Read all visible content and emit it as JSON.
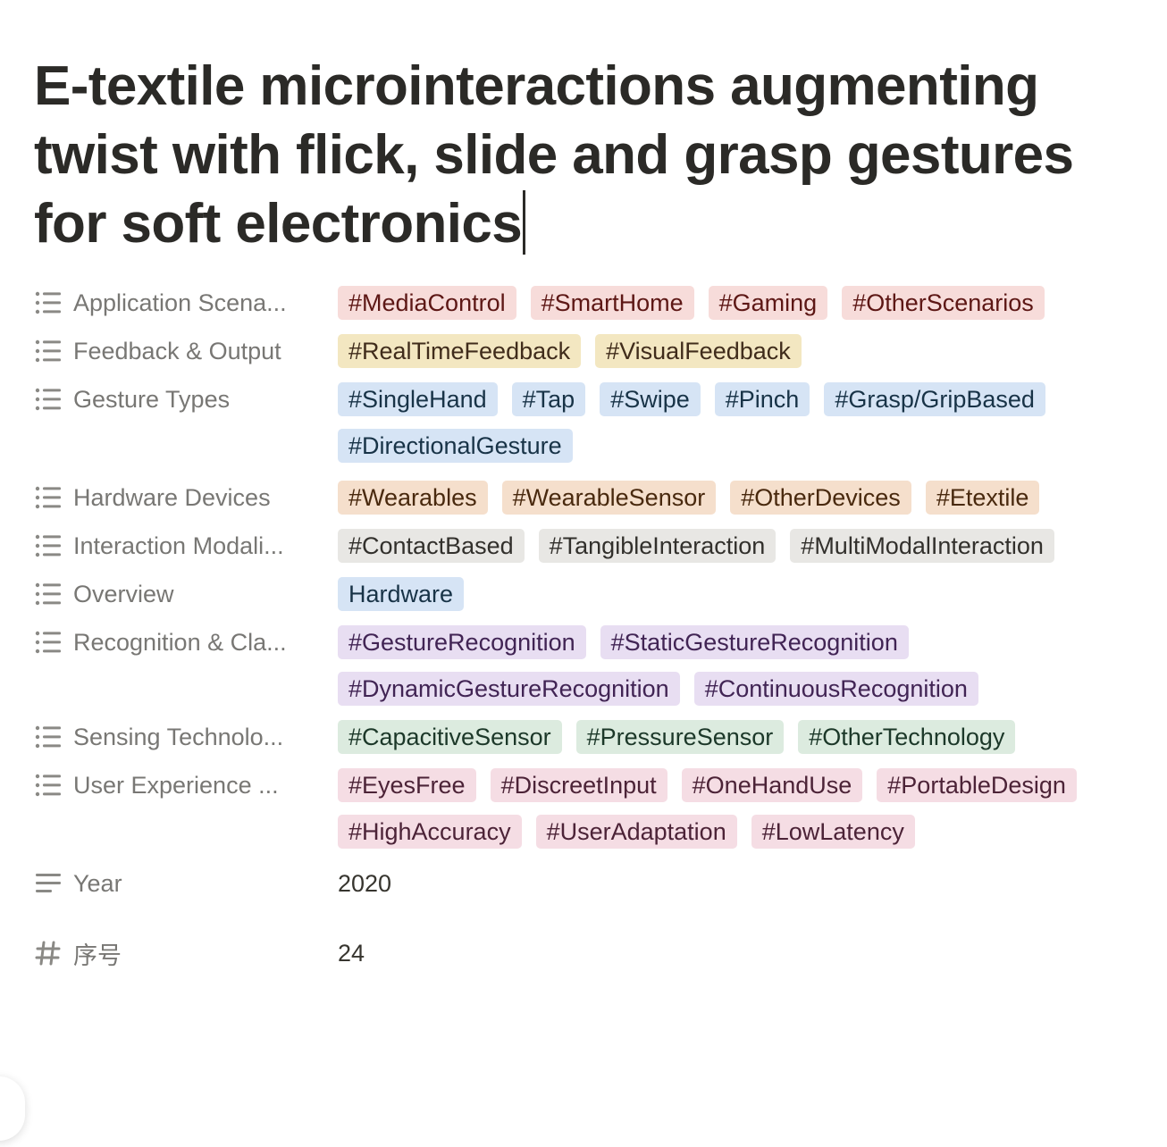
{
  "page": {
    "title": "E-textile microinteractions augmenting twist with flick, slide and grasp gestures for soft electronics"
  },
  "properties": [
    {
      "label": "Application Scena...",
      "icon": "list-icon",
      "tags": [
        {
          "text": "#MediaControl",
          "color": "red"
        },
        {
          "text": "#SmartHome",
          "color": "red"
        },
        {
          "text": "#Gaming",
          "color": "red"
        },
        {
          "text": "#OtherScenarios",
          "color": "red"
        }
      ]
    },
    {
      "label": "Feedback & Output",
      "icon": "list-icon",
      "tags": [
        {
          "text": "#RealTimeFeedback",
          "color": "yellow"
        },
        {
          "text": "#VisualFeedback",
          "color": "yellow"
        }
      ]
    },
    {
      "label": "Gesture Types",
      "icon": "list-icon",
      "tags": [
        {
          "text": "#SingleHand",
          "color": "blue"
        },
        {
          "text": "#Tap",
          "color": "blue"
        },
        {
          "text": "#Swipe",
          "color": "blue"
        },
        {
          "text": "#Pinch",
          "color": "blue"
        },
        {
          "text": "#Grasp/GripBased",
          "color": "blue"
        },
        {
          "text": "#DirectionalGesture",
          "color": "blue"
        }
      ]
    },
    {
      "label": "Hardware Devices",
      "icon": "list-icon",
      "tags": [
        {
          "text": "#Wearables",
          "color": "orange"
        },
        {
          "text": "#WearableSensor",
          "color": "orange"
        },
        {
          "text": "#OtherDevices",
          "color": "orange"
        },
        {
          "text": "#Etextile",
          "color": "orange"
        }
      ]
    },
    {
      "label": "Interaction Modali...",
      "icon": "list-icon",
      "tags": [
        {
          "text": "#ContactBased",
          "color": "gray"
        },
        {
          "text": "#TangibleInteraction",
          "color": "gray"
        },
        {
          "text": "#MultiModalInteraction",
          "color": "gray"
        }
      ]
    },
    {
      "label": "Overview",
      "icon": "list-icon",
      "tags": [
        {
          "text": "Hardware",
          "color": "blue"
        }
      ]
    },
    {
      "label": "Recognition & Cla...",
      "icon": "list-icon",
      "tags": [
        {
          "text": "#GestureRecognition",
          "color": "purple"
        },
        {
          "text": "#StaticGestureRecognition",
          "color": "purple"
        },
        {
          "text": "#DynamicGestureRecognition",
          "color": "purple"
        },
        {
          "text": "#ContinuousRecognition",
          "color": "purple"
        }
      ]
    },
    {
      "label": "Sensing Technolo...",
      "icon": "list-icon",
      "tags": [
        {
          "text": "#CapacitiveSensor",
          "color": "green"
        },
        {
          "text": "#PressureSensor",
          "color": "green"
        },
        {
          "text": "#OtherTechnology",
          "color": "green"
        }
      ]
    },
    {
      "label": "User Experience ...",
      "icon": "list-icon",
      "tags": [
        {
          "text": "#EyesFree",
          "color": "pink"
        },
        {
          "text": "#DiscreetInput",
          "color": "pink"
        },
        {
          "text": "#OneHandUse",
          "color": "pink"
        },
        {
          "text": "#PortableDesign",
          "color": "pink"
        },
        {
          "text": "#HighAccuracy",
          "color": "pink"
        },
        {
          "text": "#UserAdaptation",
          "color": "pink"
        },
        {
          "text": "#LowLatency",
          "color": "pink"
        }
      ]
    },
    {
      "label": "Year",
      "icon": "text-icon",
      "value": "2020"
    },
    {
      "label": "序号",
      "icon": "number-icon",
      "value": "24"
    }
  ]
}
